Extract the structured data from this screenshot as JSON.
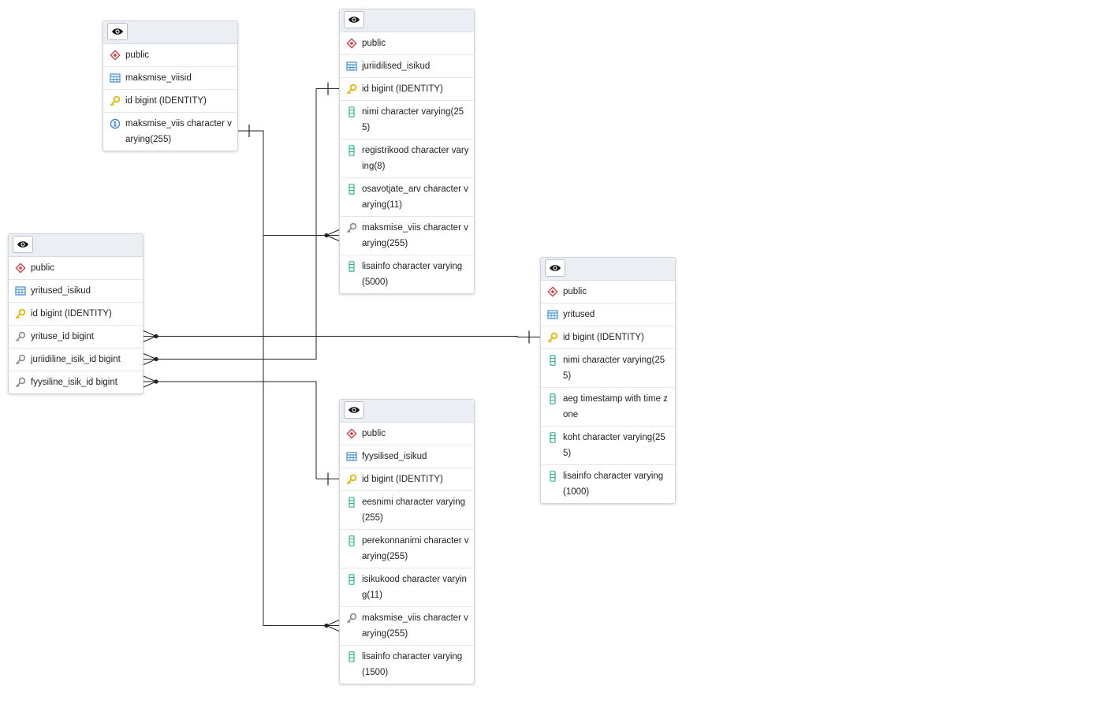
{
  "tables": [
    {
      "id": "maksmise_viisid",
      "schema": "public",
      "name": "maksmise_viisid",
      "columns": [
        {
          "text": "id bigint (IDENTITY)",
          "icon": "primary-key-icon"
        },
        {
          "text": "maksmise_viis character varying(255)",
          "icon": "unique-column-icon"
        }
      ]
    },
    {
      "id": "juriidilised_isikud",
      "schema": "public",
      "name": "juriidilised_isikud",
      "columns": [
        {
          "text": "id bigint (IDENTITY)",
          "icon": "primary-key-icon"
        },
        {
          "text": "nimi character varying(255)",
          "icon": "column-icon"
        },
        {
          "text": "registrikood character varying(8)",
          "icon": "column-icon"
        },
        {
          "text": "osavotjate_arv character varying(11)",
          "icon": "column-icon"
        },
        {
          "text": "maksmise_viis character varying(255)",
          "icon": "foreign-key-icon"
        },
        {
          "text": "lisainfo character varying(5000)",
          "icon": "column-icon"
        }
      ]
    },
    {
      "id": "yritused_isikud",
      "schema": "public",
      "name": "yritused_isikud",
      "columns": [
        {
          "text": "id bigint (IDENTITY)",
          "icon": "primary-key-icon"
        },
        {
          "text": "yrituse_id bigint",
          "icon": "foreign-key-icon"
        },
        {
          "text": "juriidiline_isik_id bigint",
          "icon": "foreign-key-icon"
        },
        {
          "text": "fyysiline_isik_id bigint",
          "icon": "foreign-key-icon"
        }
      ]
    },
    {
      "id": "yritused",
      "schema": "public",
      "name": "yritused",
      "columns": [
        {
          "text": "id bigint (IDENTITY)",
          "icon": "primary-key-icon"
        },
        {
          "text": "nimi character varying(255)",
          "icon": "column-icon"
        },
        {
          "text": "aeg timestamp with time zone",
          "icon": "column-icon"
        },
        {
          "text": "koht character varying(255)",
          "icon": "column-icon"
        },
        {
          "text": "lisainfo character varying(1000)",
          "icon": "column-icon"
        }
      ]
    },
    {
      "id": "fyysilised_isikud",
      "schema": "public",
      "name": "fyysilised_isikud",
      "columns": [
        {
          "text": "id bigint (IDENTITY)",
          "icon": "primary-key-icon"
        },
        {
          "text": "eesnimi character varying(255)",
          "icon": "column-icon"
        },
        {
          "text": "perekonnanimi character varying(255)",
          "icon": "column-icon"
        },
        {
          "text": "isikukood character varying(11)",
          "icon": "column-icon"
        },
        {
          "text": "maksmise_viis character varying(255)",
          "icon": "foreign-key-icon"
        },
        {
          "text": "lisainfo character varying(1500)",
          "icon": "column-icon"
        }
      ]
    }
  ],
  "relationships": [
    {
      "from_table": "juriidilised_isikud",
      "from_column": "maksmise_viis",
      "to_table": "maksmise_viisid",
      "to_column": "maksmise_viis"
    },
    {
      "from_table": "fyysilised_isikud",
      "from_column": "maksmise_viis",
      "to_table": "maksmise_viisid",
      "to_column": "maksmise_viis"
    },
    {
      "from_table": "yritused_isikud",
      "from_column": "yrituse_id",
      "to_table": "yritused",
      "to_column": "id"
    },
    {
      "from_table": "yritused_isikud",
      "from_column": "juriidiline_isik_id",
      "to_table": "juriidilised_isikud",
      "to_column": "id"
    },
    {
      "from_table": "yritused_isikud",
      "from_column": "fyysiline_isik_id",
      "to_table": "fyysilised_isikud",
      "to_column": "id"
    }
  ],
  "colors": {
    "schema_icon": "#d64545",
    "table_icon": "#3b8fd6",
    "primary_key_icon": "#e0b400",
    "column_icon": "#2bb391",
    "foreign_key_icon": "#8a8a8a",
    "unique_icon": "#3b7fd6",
    "link_line": "#222222"
  }
}
